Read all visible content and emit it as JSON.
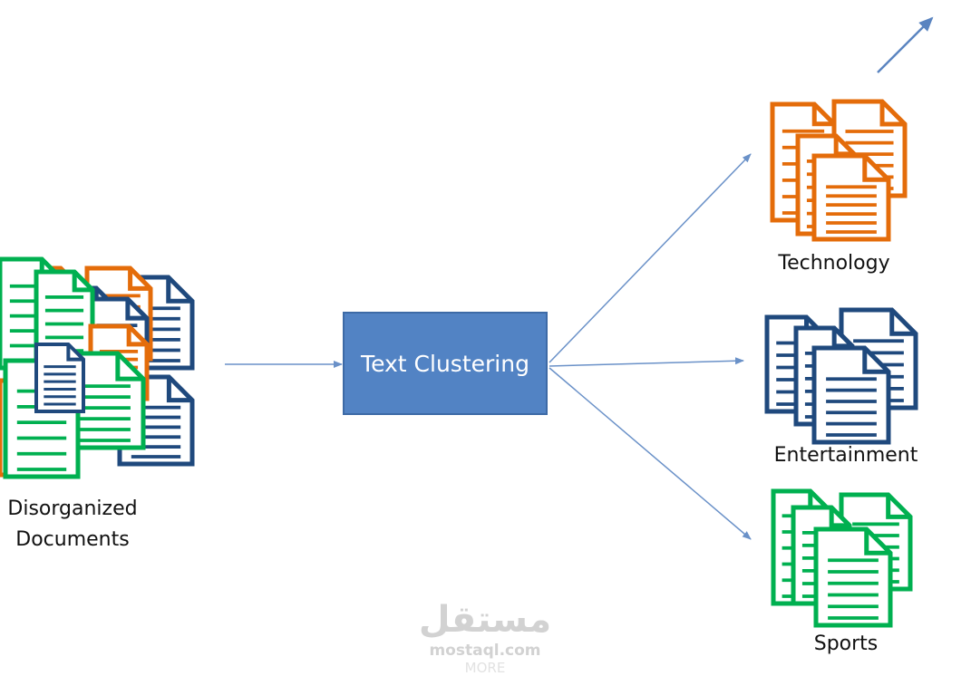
{
  "input_label": "Disorganized\nDocuments",
  "process_label": "Text Clustering",
  "clusters": [
    {
      "label": "Technology",
      "color": "#e46c0a"
    },
    {
      "label": "Entertainment",
      "color": "#1f497d"
    },
    {
      "label": "Sports",
      "color": "#00b050"
    }
  ],
  "colors": {
    "arrow": "#6a91c8",
    "box_fill": "#5283c4",
    "box_border": "#3d6aa6",
    "orange": "#e46c0a",
    "navy": "#1f497d",
    "green": "#00b050"
  },
  "watermark": {
    "arabic": "مستقل",
    "site": "mostaql.com",
    "more": "MORE"
  }
}
